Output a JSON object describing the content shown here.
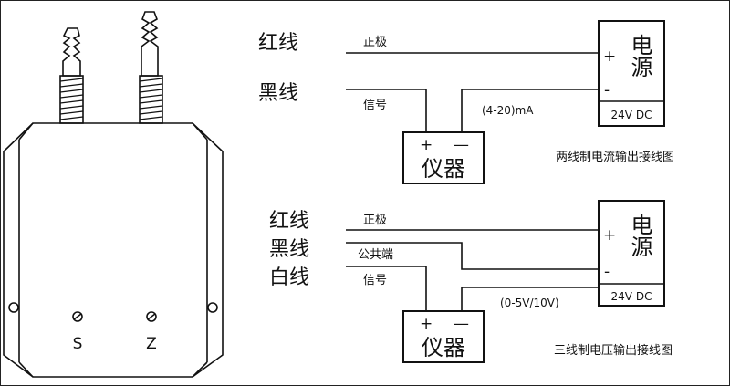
{
  "device": {
    "port_s": "S",
    "port_z": "Z"
  },
  "two_wire": {
    "wire_red": "红线",
    "wire_black": "黑线",
    "label_positive": "正极",
    "label_signal": "信号",
    "current_range": "(4-20)mA",
    "power_text": "电源",
    "power_plus": "+",
    "power_minus": "-",
    "power_voltage": "24V DC",
    "meter_plus": "+",
    "meter_minus": "—",
    "meter_text": "仪器",
    "caption": "两线制电流输出接线图"
  },
  "three_wire": {
    "wire_red": "红线",
    "wire_black": "黑线",
    "wire_white": "白线",
    "label_positive": "正极",
    "label_common": "公共端",
    "label_signal": "信号",
    "voltage_range": "(0-5V/10V)",
    "power_text": "电源",
    "power_plus": "+",
    "power_minus": "-",
    "power_voltage": "24V DC",
    "meter_plus": "+",
    "meter_minus": "—",
    "meter_text": "仪器",
    "caption": "三线制电压输出接线图"
  }
}
